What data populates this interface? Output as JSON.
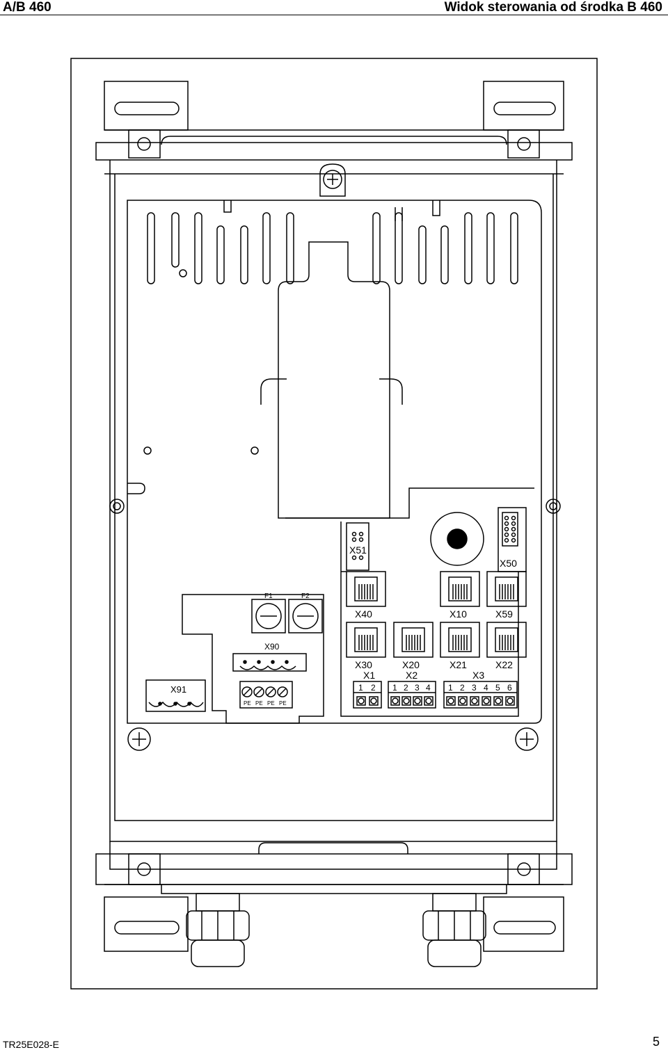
{
  "header": {
    "left": "A/B 460",
    "right": "Widok sterowania od środka B 460"
  },
  "footer": {
    "code": "TR25E028-E",
    "page": "5"
  },
  "labels": {
    "X51": "X51",
    "X50": "X50",
    "F1": "F1",
    "F2": "F2",
    "X90": "X90",
    "X91": "X91",
    "X40": "X40",
    "X10": "X10",
    "X59": "X59",
    "X30": "X30",
    "X20": "X20",
    "X21": "X21",
    "X22": "X22",
    "X1": "X1",
    "X2": "X2",
    "X3": "X3",
    "PE": "PE"
  },
  "terminals": {
    "X1": [
      "1",
      "2"
    ],
    "X2": [
      "1",
      "2",
      "3",
      "4"
    ],
    "X3": [
      "1",
      "2",
      "3",
      "4",
      "5",
      "6"
    ]
  }
}
